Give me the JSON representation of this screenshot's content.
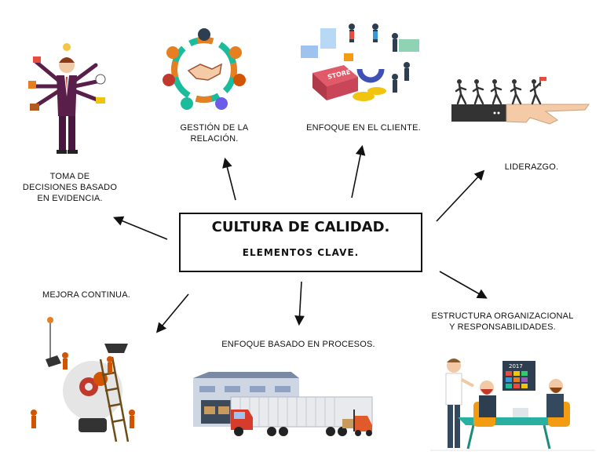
{
  "center": {
    "title": "CULTURA DE CALIDAD.",
    "subtitle": "ELEMENTOS CLAVE."
  },
  "elements": {
    "gestion": "GESTIÓN DE LA\nRELACIÓN.",
    "cliente": "ENFOQUE EN EL CLIENTE.",
    "liderazgo": "LIDERAZGO.",
    "decisiones": "TOMA DE\nDECISIONES BASADO\nEN EVIDENCIA.",
    "mejora": "MEJORA CONTINUA.",
    "procesos": "ENFOQUE BASADO EN PROCESOS.",
    "estructura": "ESTRUCTURA ORGANIZACIONAL\nY RESPONSABILIDADES."
  },
  "illustrations": {
    "meeting_board_year": "2017",
    "store_sign": "STORE"
  },
  "colors": {
    "ink": "#111111",
    "orange": "#e67e22",
    "teal": "#1abc9c",
    "purple": "#6a1b5a",
    "blue": "#4a7fd0",
    "red": "#c0392b"
  }
}
